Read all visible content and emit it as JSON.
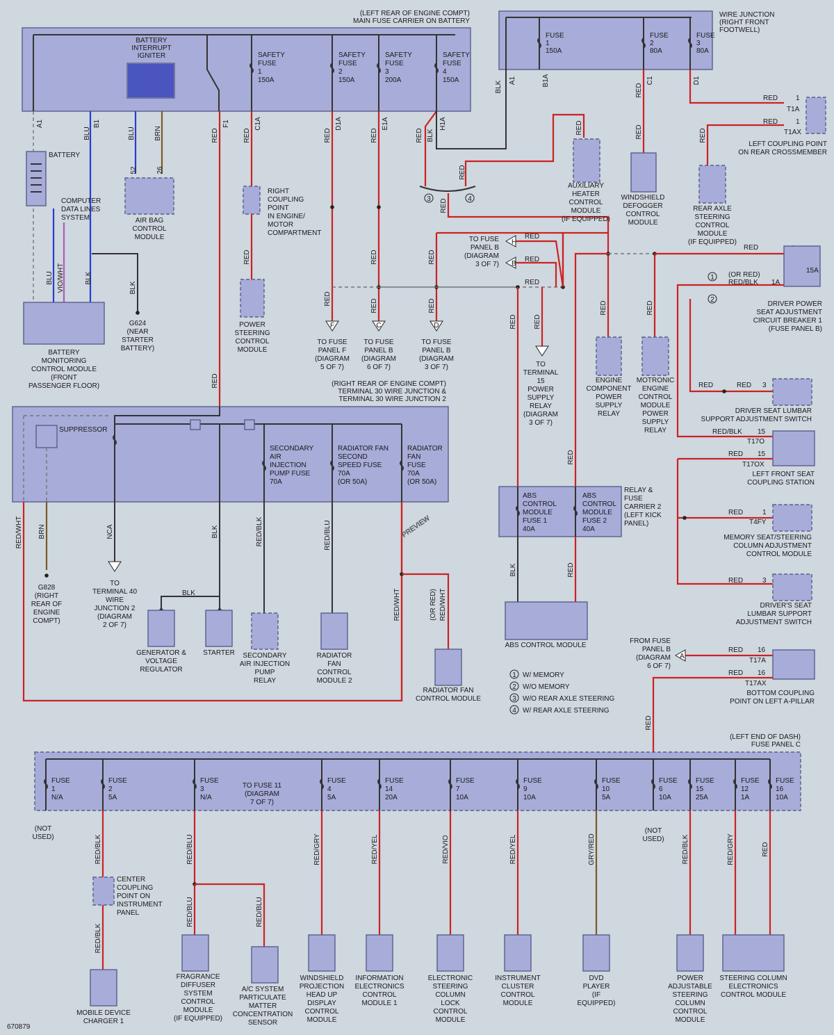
{
  "diagram_id": "670879",
  "watermark": "PREVIEW",
  "main_fuse_carrier": {
    "location": "(LEFT REAR OF ENGINE COMPT)",
    "name": "MAIN FUSE CARRIER ON BATTERY",
    "igniter": "BATTERY INTERRUPT IGNITER",
    "fuses": [
      {
        "line1": "SAFETY",
        "line2": "FUSE",
        "num": "1",
        "rating": "150A"
      },
      {
        "line1": "SAFETY",
        "line2": "FUSE",
        "num": "2",
        "rating": "150A"
      },
      {
        "line1": "SAFETY",
        "line2": "FUSE",
        "num": "3",
        "rating": "200A"
      },
      {
        "line1": "SAFETY",
        "line2": "FUSE",
        "num": "4",
        "rating": "150A"
      }
    ],
    "pins": [
      "A1",
      "B1",
      "F1",
      "C1A",
      "D1A",
      "E1A",
      "H1A"
    ]
  },
  "wire_junction": {
    "name": "WIRE JUNCTION",
    "location": "(RIGHT FRONT FOOTWELL)",
    "fuses": [
      {
        "label": "FUSE",
        "num": "1",
        "rating": "150A"
      },
      {
        "label": "FUSE",
        "num": "2",
        "rating": "80A"
      },
      {
        "label": "FUSE",
        "num": "3",
        "rating": "80A"
      }
    ],
    "pins": [
      "A1",
      "B1A",
      "C1",
      "D1"
    ]
  },
  "terminal30": {
    "location": "(RIGHT REAR OF ENGINE COMPT)",
    "line2": "TERMINAL 30 WIRE JUNCTION &",
    "line3": "TERMINAL 30 WIRE JUNCTION 2",
    "suppressor": "SUPPRESSOR",
    "fuses": [
      [
        "SECONDARY",
        "AIR",
        "INJECTION",
        "PUMP FUSE",
        "70A"
      ],
      [
        "RADIATOR FAN",
        "SECOND",
        "SPEED FUSE",
        "70A",
        "(OR 50A)"
      ],
      [
        "RADIATOR",
        "FAN",
        "FUSE",
        "70A",
        "(OR 50A)"
      ]
    ]
  },
  "relay_carrier": {
    "label": [
      "RELAY &",
      "FUSE",
      "CARRIER 2",
      "(LEFT KICK",
      "PANEL)"
    ],
    "fuse1": [
      "ABS",
      "CONTROL",
      "MODULE",
      "FUSE 1",
      "40A"
    ],
    "fuse2": [
      "ABS",
      "CONTROL",
      "MODULE",
      "FUSE 2",
      "40A"
    ]
  },
  "fuse_panel_c": {
    "location": "(LEFT END OF DASH)",
    "name": "FUSE PANEL C",
    "to_fuse11": [
      "TO FUSE 11",
      "(DIAGRAM",
      "7 OF 7)"
    ],
    "fuses": [
      {
        "num": "1",
        "rating": "N/A"
      },
      {
        "num": "2",
        "rating": "5A"
      },
      {
        "num": "3",
        "rating": "N/A"
      },
      {
        "num": "4",
        "rating": "5A"
      },
      {
        "num": "14",
        "rating": "20A"
      },
      {
        "num": "7",
        "rating": "10A"
      },
      {
        "num": "9",
        "rating": "10A"
      },
      {
        "num": "10",
        "rating": "5A"
      },
      {
        "num": "6",
        "rating": "10A"
      },
      {
        "num": "15",
        "rating": "25A"
      },
      {
        "num": "12",
        "rating": "1A"
      },
      {
        "num": "16",
        "rating": "10A"
      }
    ]
  },
  "components": {
    "battery": "BATTERY",
    "computer_data": [
      "COMPUTER",
      "DATA LINES",
      "SYSTEM"
    ],
    "airbag": [
      "AIR BAG",
      "CONTROL",
      "MODULE"
    ],
    "right_coupling": [
      "RIGHT",
      "COUPLING",
      "POINT",
      "IN ENGINE/",
      "MOTOR",
      "COMPARTMENT"
    ],
    "power_steering": [
      "POWER",
      "STEERING",
      "CONTROL",
      "MODULE"
    ],
    "bmcm": [
      "BATTERY",
      "MONITORING",
      "CONTROL MODULE",
      "(FRONT",
      "PASSENGER FLOOR)"
    ],
    "g624": [
      "G624",
      "(NEAR",
      "STARTER",
      "BATTERY)"
    ],
    "fp_f": [
      "TO FUSE",
      "PANEL F",
      "(DIAGRAM",
      "5 OF 7)"
    ],
    "fp_b6": [
      "TO FUSE",
      "PANEL B",
      "(DIAGRAM",
      "6 OF 7)"
    ],
    "fp_b3": [
      "TO FUSE",
      "PANEL B",
      "(DIAGRAM",
      "3 OF 7)"
    ],
    "fp_b_top": [
      "TO FUSE",
      "PANEL B",
      "(DIAGRAM",
      "3 OF 7)"
    ],
    "aux_heater": [
      "AUXILIARY",
      "HEATER",
      "CONTROL",
      "MODULE",
      "(IF EQUIPPED)"
    ],
    "windshield_def": [
      "WINDSHIELD",
      "DEFOGGER",
      "CONTROL",
      "MODULE"
    ],
    "left_coupling": [
      "LEFT COUPLING POINT",
      "ON REAR CROSSMEMBER"
    ],
    "rear_axle": [
      "REAR AXLE",
      "STEERING",
      "CONTROL",
      "MODULE",
      "(IF EQUIPPED)"
    ],
    "terminal15": [
      "TO",
      "TERMINAL",
      "15",
      "POWER",
      "SUPPLY",
      "RELAY",
      "(DIAGRAM",
      "3 OF 7)"
    ],
    "engine_comp": [
      "ENGINE",
      "COMPONENT",
      "POWER",
      "SUPPLY",
      "RELAY"
    ],
    "motronic": [
      "MOTRONIC",
      "ENGINE",
      "CONTROL",
      "MODULE",
      "POWER",
      "SUPPLY",
      "RELAY"
    ],
    "driver_power_seat": [
      "DRIVER POWER",
      "SEAT ADJUSTMENT",
      "CIRCUIT BREAKER 1",
      "(FUSE PANEL B)"
    ],
    "driver_lumbar": [
      "DRIVER SEAT LUMBAR",
      "SUPPORT ADJUSTMENT SWITCH"
    ],
    "left_front_seat": [
      "LEFT FRONT SEAT",
      "COUPLING STATION"
    ],
    "memory_seat": [
      "MEMORY SEAT/STEERING",
      "COLUMN ADJUSTMENT",
      "CONTROL MODULE"
    ],
    "drivers_seat_lumbar": [
      "DRIVER'S SEAT",
      "LUMBAR SUPPORT",
      "ADJUSTMENT SWITCH"
    ],
    "from_fuse_b": [
      "FROM FUSE",
      "PANEL B",
      "(DIAGRAM",
      "6 OF 7)"
    ],
    "bottom_coupling": [
      "BOTTOM COUPLING",
      "POINT ON LEFT A-PILLAR"
    ],
    "g828": [
      "G828",
      "(RIGHT",
      "REAR OF",
      "ENGINE",
      "COMPT)"
    ],
    "terminal40": [
      "TO",
      "TERMINAL 40",
      "WIRE",
      "JUNCTION 2",
      "(DIAGRAM",
      "2 OF 7)"
    ],
    "generator": [
      "GENERATOR &",
      "VOLTAGE",
      "REGULATOR"
    ],
    "starter": [
      "STARTER"
    ],
    "sec_air_relay": [
      "SECONDARY",
      "AIR INJECTION",
      "PUMP",
      "RELAY"
    ],
    "rad_fan_cm2": [
      "RADIATOR",
      "FAN",
      "CONTROL",
      "MODULE 2"
    ],
    "rad_fan_cm": [
      "RADIATOR FAN",
      "CONTROL MODULE"
    ],
    "abs_cm": [
      "ABS CONTROL MODULE"
    ],
    "center_coupling": [
      "CENTER",
      "COUPLING",
      "POINT ON",
      "INSTRUMENT",
      "PANEL"
    ],
    "mobile_charger": [
      "MOBILE DEVICE",
      "CHARGER 1"
    ],
    "fragrance": [
      "FRAGRANCE",
      "DIFFUSER",
      "SYSTEM",
      "CONTROL",
      "MODULE",
      "(IF EQUIPPED)"
    ],
    "ac_sensor": [
      "A/C SYSTEM",
      "PARTICULATE",
      "MATTER",
      "CONCENTRATION",
      "SENSOR"
    ],
    "hud": [
      "WINDSHIELD",
      "PROJECTION",
      "HEAD UP",
      "DISPLAY",
      "CONTROL",
      "MODULE"
    ],
    "info_elec": [
      "INFORMATION",
      "ELECTRONICS",
      "CONTROL",
      "MODULE 1"
    ],
    "esclm": [
      "ELECTRONIC",
      "STEERING",
      "COLUMN",
      "LOCK",
      "CONTROL",
      "MODULE"
    ],
    "instrument_cluster": [
      "INSTRUMENT",
      "CLUSTER",
      "CONTROL",
      "MODULE"
    ],
    "dvd": [
      "DVD",
      "PLAYER",
      "(IF",
      "EQUIPPED)"
    ],
    "power_adj_col": [
      "POWER",
      "ADJUSTABLE",
      "STEERING",
      "COLUMN",
      "CONTROL",
      "MODULE"
    ],
    "steering_col_elec": [
      "STEERING COLUMN",
      "ELECTRONICS",
      "CONTROL MODULE"
    ],
    "not_used": [
      "(NOT",
      "USED)"
    ]
  },
  "legend": [
    {
      "num": "1",
      "text": "W/ MEMORY"
    },
    {
      "num": "2",
      "text": "W/O MEMORY"
    },
    {
      "num": "3",
      "text": "W/O REAR AXLE STEERING"
    },
    {
      "num": "4",
      "text": "W/ REAR AXLE STEERING"
    }
  ]
}
